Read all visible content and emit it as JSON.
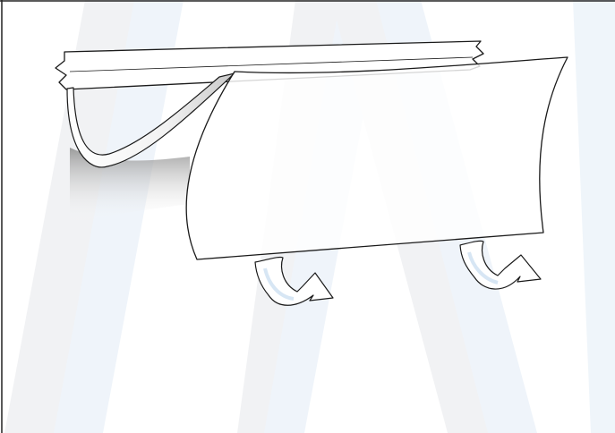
{
  "illustration": {
    "subject": "film-sheet-peel-diagram",
    "colors": {
      "background": "#ffffff",
      "frame": "#222222",
      "watermark": "#d9dde3",
      "watermark_tint": "#dbe9f5",
      "sheet_fill": "#ffffff",
      "sheet_stroke": "#1a1a1a",
      "shadow": "#9a9a9a",
      "arrow_fill": "#ffffff",
      "arrow_highlight": "#e8f1fa"
    },
    "arrows": [
      {
        "name": "peel-arrow-left",
        "direction": "down-then-up-right"
      },
      {
        "name": "peel-arrow-right",
        "direction": "down-then-up-right"
      }
    ]
  }
}
